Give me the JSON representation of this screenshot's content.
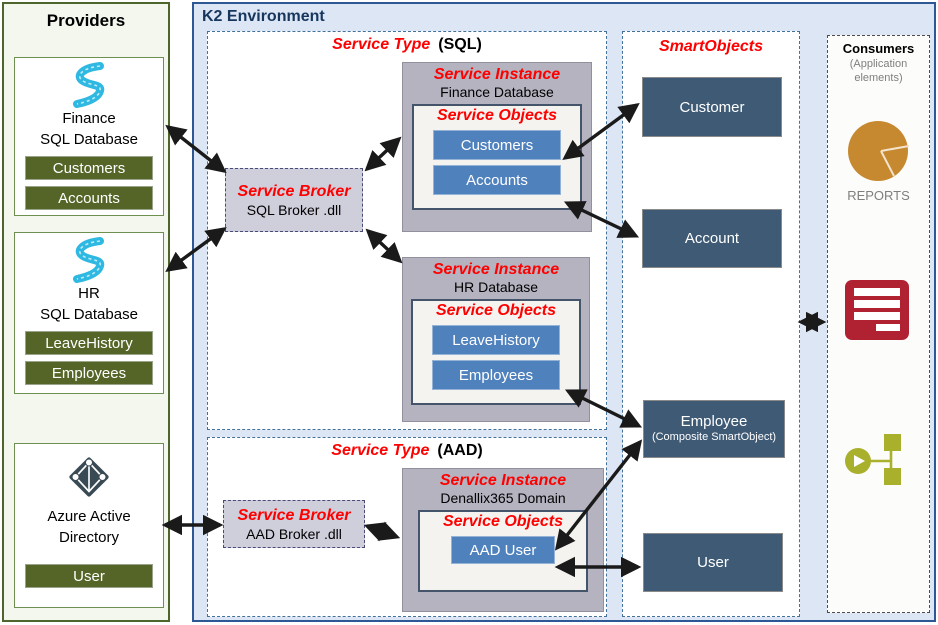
{
  "colors": {
    "provider_panel_bg": "#f3f7ed",
    "provider_border": "#4e662b",
    "green_button": "#556527",
    "k2_bg": "#dce6f5",
    "k2_border": "#2d5795",
    "heading_red": "#ff0000",
    "broker_bg": "#cfcedb",
    "instance_bg": "#b5b3c0",
    "service_object_button": "#4f81bd",
    "smartobject_box": "#3e5a75",
    "pie_icon": "#c6892f",
    "form_icon": "#b02232",
    "workflow_icon": "#a8b02c"
  },
  "providers": {
    "title": "Providers",
    "finance": {
      "line1": "Finance",
      "line2": "SQL Database",
      "objects": [
        "Customers",
        "Accounts"
      ]
    },
    "hr": {
      "line1": "HR",
      "line2": "SQL Database",
      "objects": [
        "LeaveHistory",
        "Employees"
      ]
    },
    "azure": {
      "line1": "Azure Active",
      "line2": "Directory",
      "objects": [
        "User"
      ]
    }
  },
  "k2": {
    "title": "K2 Environment",
    "sql_type": {
      "label": "Service Type",
      "suffix": "(SQL)",
      "broker_label": "Service Broker",
      "broker_name": "SQL Broker .dll",
      "finance_instance": {
        "label": "Service Instance",
        "name": "Finance Database",
        "objects_label": "Service Objects",
        "objects": [
          "Customers",
          "Accounts"
        ]
      },
      "hr_instance": {
        "label": "Service Instance",
        "name": "HR Database",
        "objects_label": "Service Objects",
        "objects": [
          "LeaveHistory",
          "Employees"
        ]
      }
    },
    "aad_type": {
      "label": "Service Type",
      "suffix": "(AAD)",
      "broker_label": "Service Broker",
      "broker_name": "AAD Broker .dll",
      "instance": {
        "label": "Service Instance",
        "name": "Denallix365 Domain",
        "objects_label": "Service Objects",
        "objects": [
          "AAD User"
        ]
      }
    },
    "smartobjects": {
      "title": "SmartObjects",
      "customer": "Customer",
      "account": "Account",
      "employee": "Employee",
      "employee_note": "(Composite SmartObject)",
      "user": "User"
    }
  },
  "consumers": {
    "title": "Consumers",
    "subtitle": "(Application elements)",
    "reports_label": "REPORTS"
  }
}
